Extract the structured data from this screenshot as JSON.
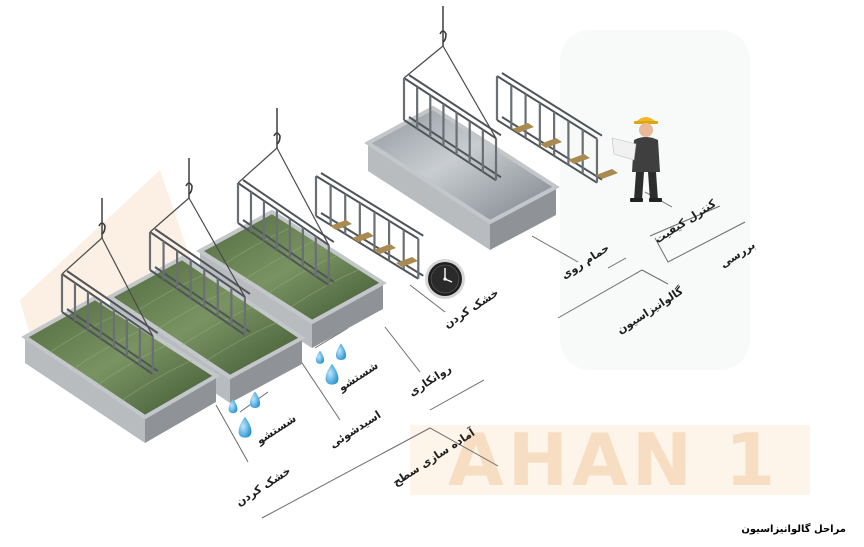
{
  "caption": "مراحل گالوانیزاسیون",
  "watermark": {
    "text": "AHAN 1",
    "color": "#f3c79c"
  },
  "labels": {
    "dry_1": "خشک کردن",
    "rinse_1": "شستشو",
    "acid_wash": "اسیدشوئی",
    "rinse_2": "شستشو",
    "flux": "روانکاری",
    "dry_2": "خشک کردن",
    "zinc_bath": "حمام روی",
    "quality_control": "کنترل کیفیت",
    "surface_prep": "آماده سازی سطح",
    "galvanizing": "گالوانیزاسیون",
    "inspection": "بررسی"
  },
  "colors": {
    "tank_liquid": "#5f7a4c",
    "zinc": "#a3a9af",
    "tank_wall": "#9da1a5",
    "water_drop": "#3aa2dc",
    "helmet": "#f1b824",
    "worker": "#3c3c3c"
  }
}
